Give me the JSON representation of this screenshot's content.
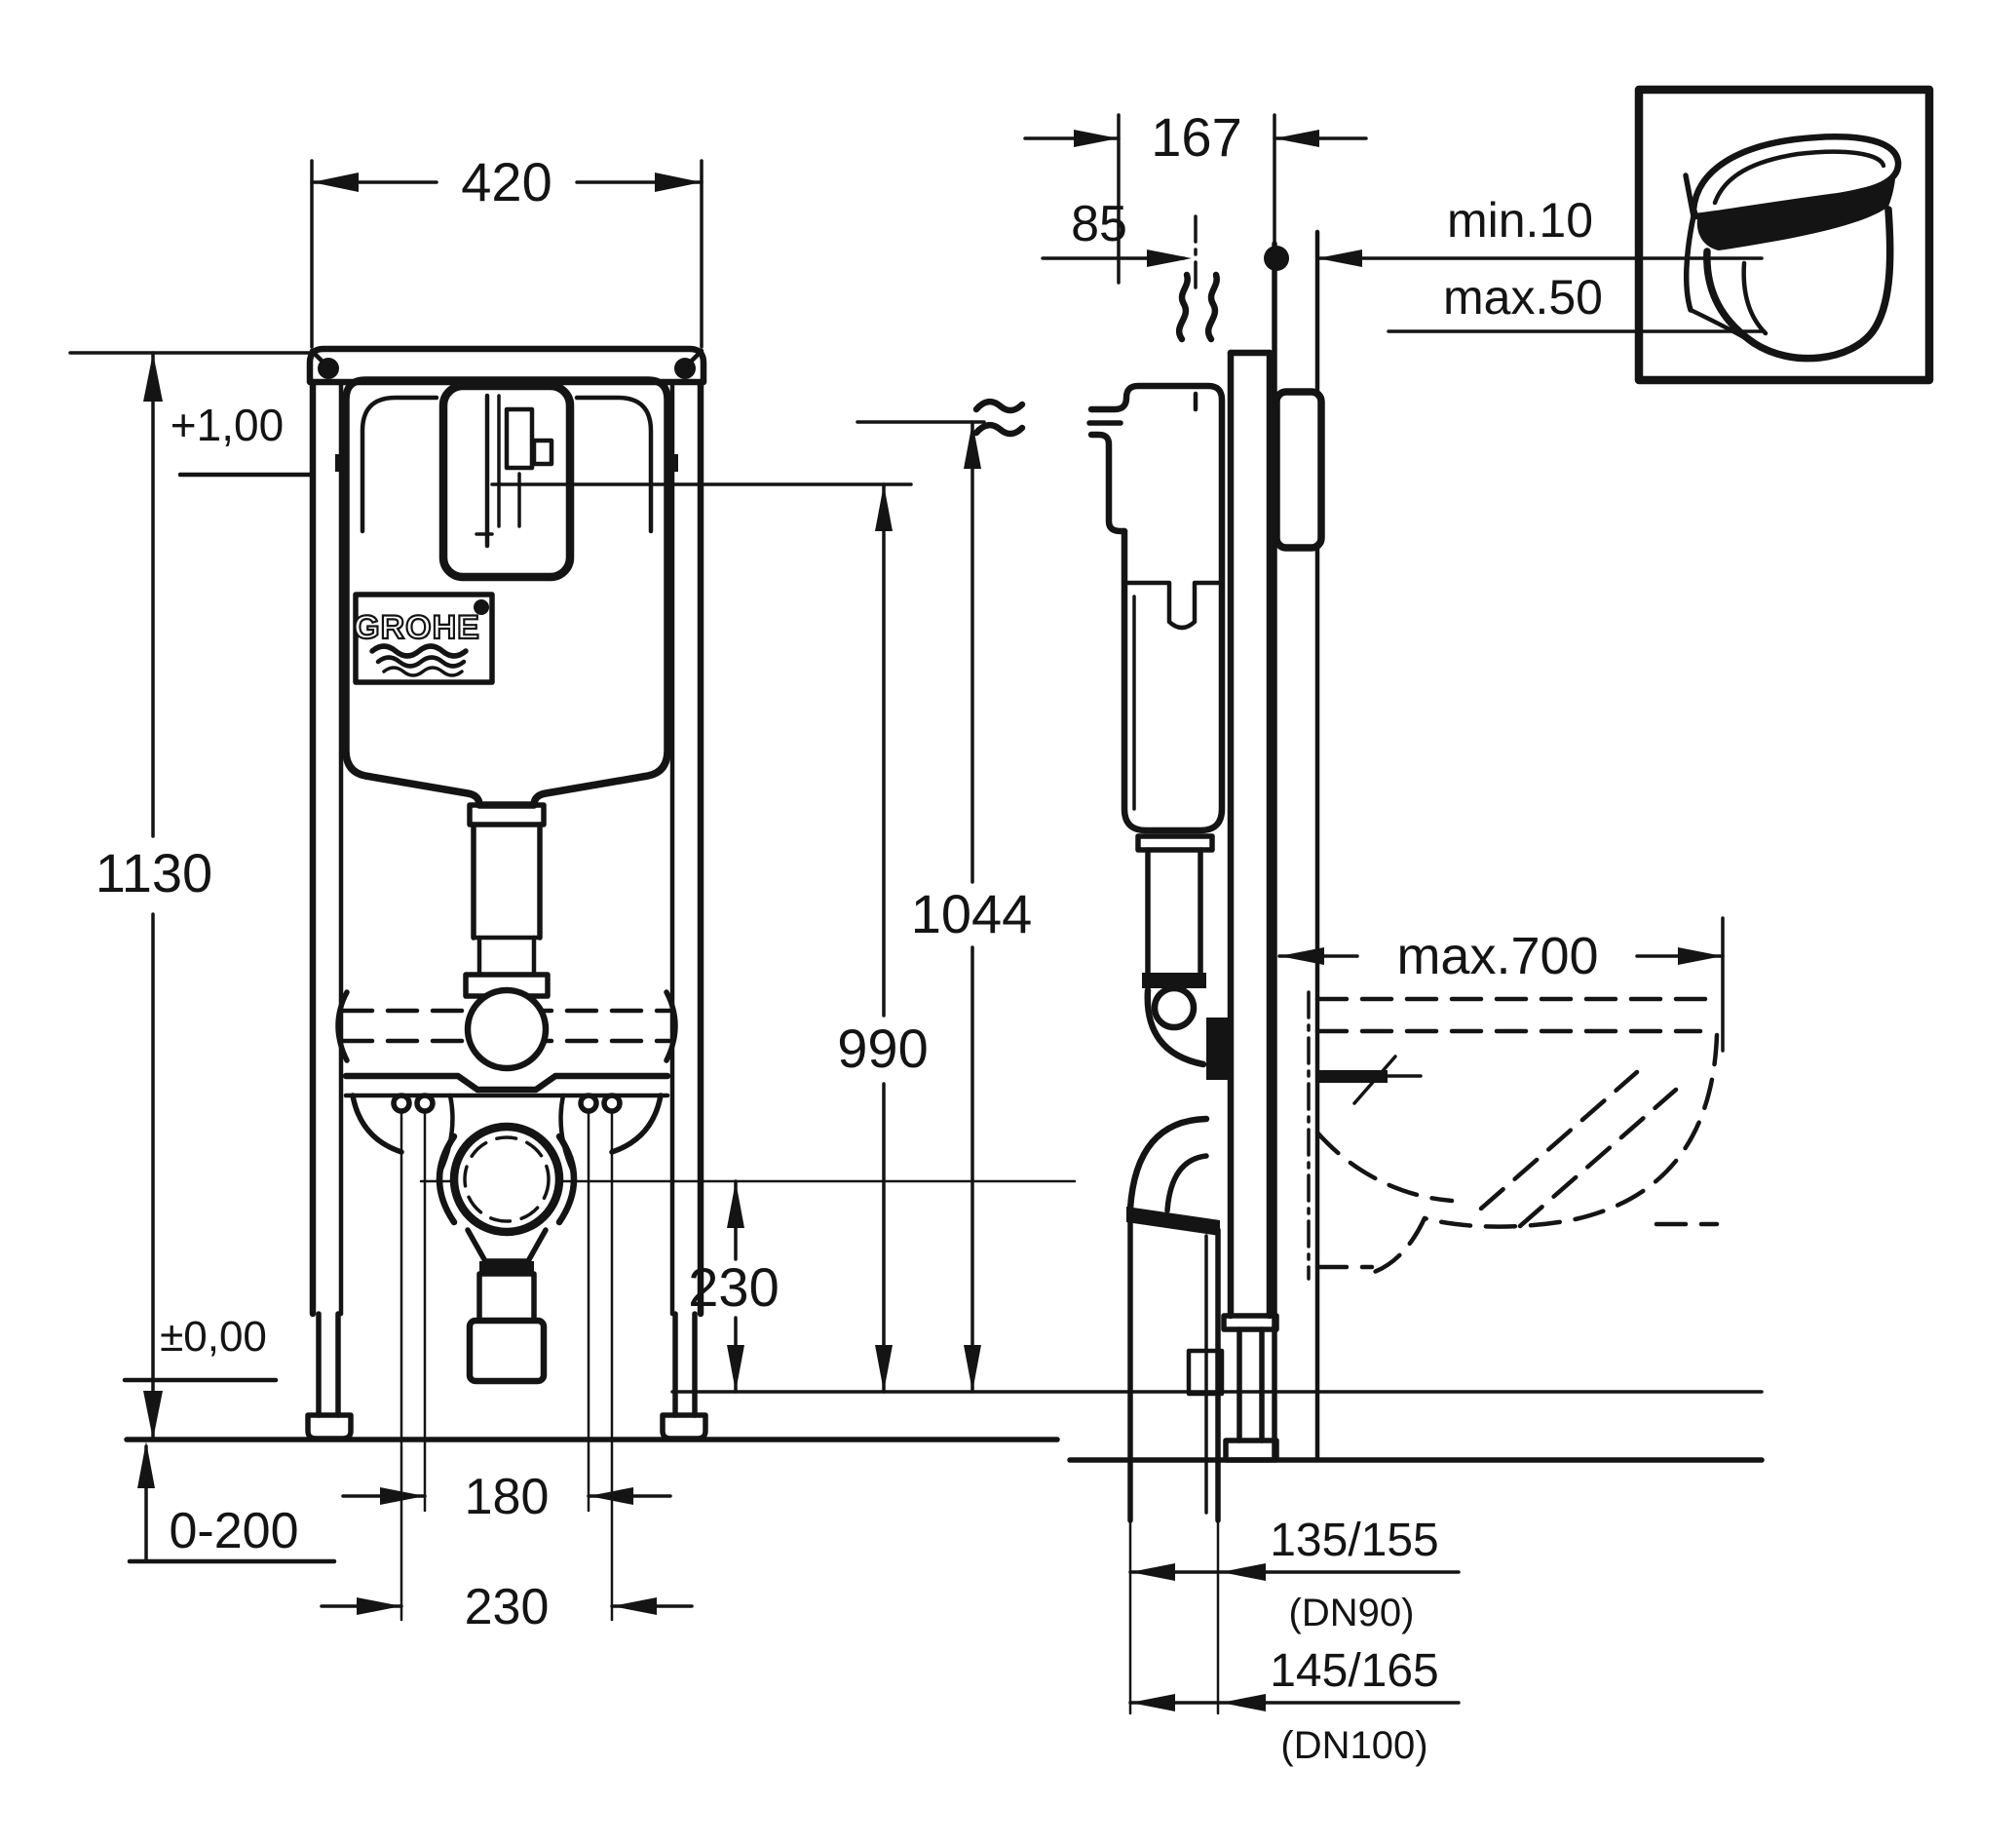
{
  "front_view": {
    "width": "420",
    "height": "1130",
    "level_top": "+1,00",
    "level_floor": "±0,00",
    "feet_adjust": "0-200",
    "bolt_spacing": "180",
    "rod_spacing": "230",
    "outlet_height": "230",
    "brand": "GROHE"
  },
  "side_view": {
    "depth": "167",
    "flush_pipe_offset": "85",
    "finish_min": "min.10",
    "finish_max": "max.50",
    "supply_height": "1044",
    "flush_bend_height": "990",
    "pan_depth": "max.700",
    "drain_dn90_offset": "135/155",
    "drain_dn90": "(DN90)",
    "drain_dn100_offset": "145/165",
    "drain_dn100": "(DN100)"
  }
}
